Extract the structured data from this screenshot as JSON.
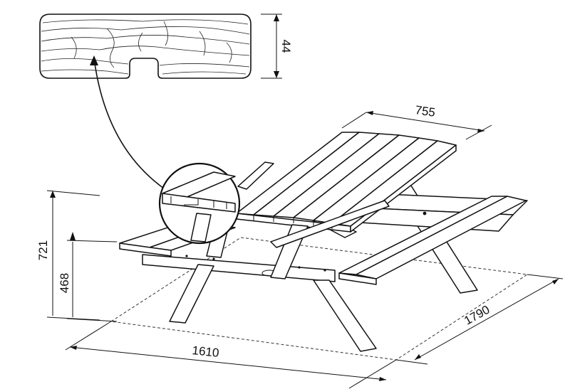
{
  "dimensions": {
    "plank_thickness": "44",
    "table_depth": "755",
    "table_height": "721",
    "seat_height": "468",
    "length": "1610",
    "width": "1790"
  }
}
